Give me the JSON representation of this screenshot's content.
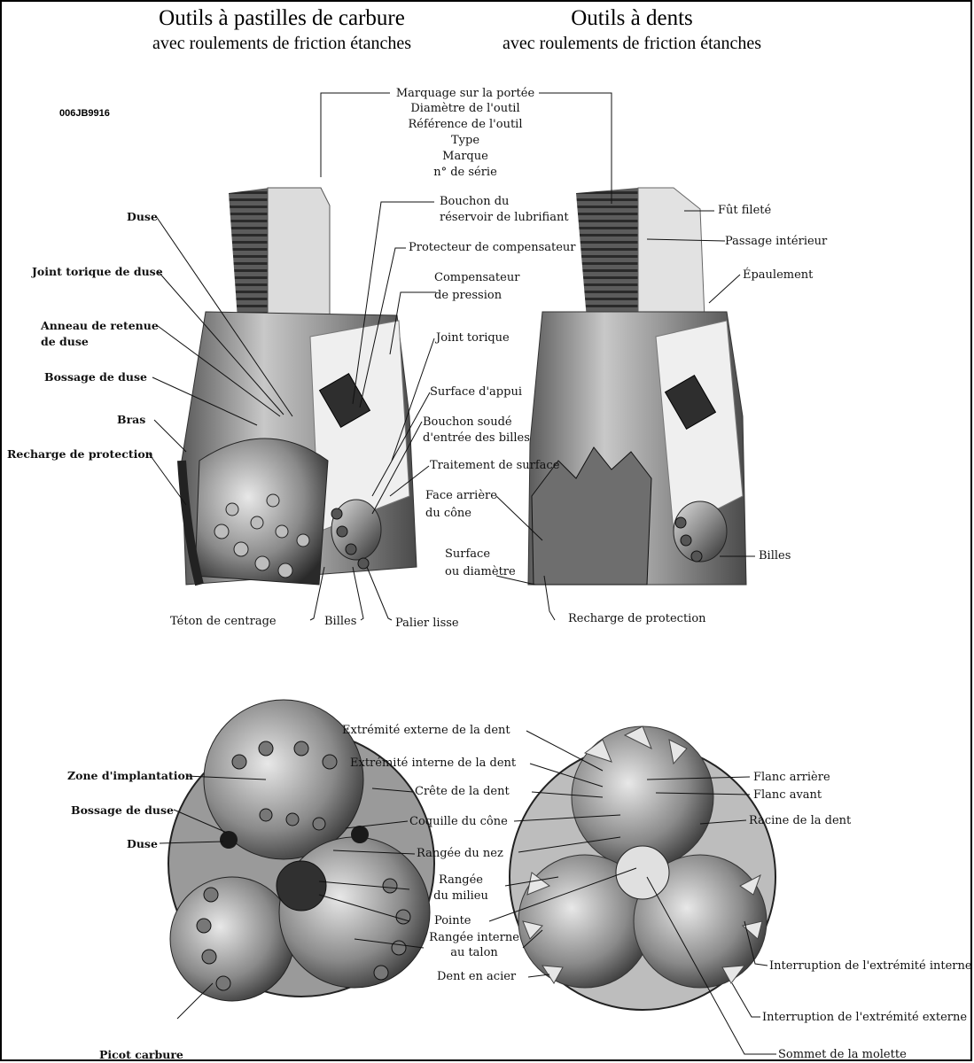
{
  "titles": {
    "left_line1": "Outils à pastilles de carbure",
    "left_line2": "avec roulements de friction étanches",
    "right_line1": "Outils à dents",
    "right_line2": "avec roulements de friction étanches"
  },
  "figure_code": "006JB9916",
  "top_center": {
    "marking": "Marquage sur la portée",
    "diameter": "Diamètre de l'outil",
    "reference": "Référence de l'outil",
    "type": "Type",
    "brand": "Marque",
    "serial": "n° de série",
    "lub_plug_1": "Bouchon du",
    "lub_plug_2": "réservoir de lubrifiant",
    "comp_protector": "Protecteur de compensateur",
    "comp_1": "Compensateur",
    "comp_2": "de pression",
    "oring": "Joint torique",
    "bearing_surface": "Surface d'appui",
    "ball_plug_1": "Bouchon soudé",
    "ball_plug_2": "d'entrée des billes",
    "surface_treatment": "Traitement de surface",
    "cone_back_1": "Face arrière",
    "cone_back_2": "du cône",
    "gauge_1": "Surface",
    "gauge_2": "ou diamètre"
  },
  "top_left": {
    "nozzle": "Duse",
    "nozzle_oring": "Joint torique de duse",
    "retaining_ring_1": "Anneau de retenue",
    "retaining_ring_2": "de duse",
    "nozzle_boss": "Bossage de duse",
    "arm": "Bras",
    "hardfacing": "Recharge de protection",
    "pilot_pin": "Téton de centrage",
    "balls": "Billes",
    "journal": "Palier lisse"
  },
  "top_right": {
    "threaded_pin": "Fût fileté",
    "inner_passage": "Passage intérieur",
    "shoulder": "Épaulement",
    "balls": "Billes",
    "hardfacing": "Recharge de protection"
  },
  "bottom_left": {
    "insert_zone": "Zone d'implantation",
    "nozzle_boss": "Bossage de duse",
    "nozzle": "Duse",
    "carbide_insert": "Picot carbure"
  },
  "bottom_center": {
    "outer_tip": "Extrémité externe de la dent",
    "inner_tip": "Extrémité interne de la dent",
    "crest": "Crête de la dent",
    "cone_shell": "Coquille du cône",
    "nose_row": "Rangée du nez",
    "middle_row_1": "Rangée",
    "middle_row_2": "du milieu",
    "point": "Pointe",
    "inner_heel_1": "Rangée interne",
    "inner_heel_2": "au talon",
    "steel_tooth": "Dent en acier"
  },
  "bottom_right": {
    "back_flank": "Flanc arrière",
    "front_flank": "Flanc avant",
    "tooth_root": "Racine de la dent",
    "inner_break": "Interruption de l'extrémité interne",
    "outer_break": "Interruption de l'extrémité externe",
    "cone_apex": "Sommet de la molette"
  },
  "colors": {
    "ink": "#111111",
    "metal_dark": "#3a3a3a",
    "metal_mid": "#8a8a8a",
    "metal_light": "#d4d4d4"
  }
}
